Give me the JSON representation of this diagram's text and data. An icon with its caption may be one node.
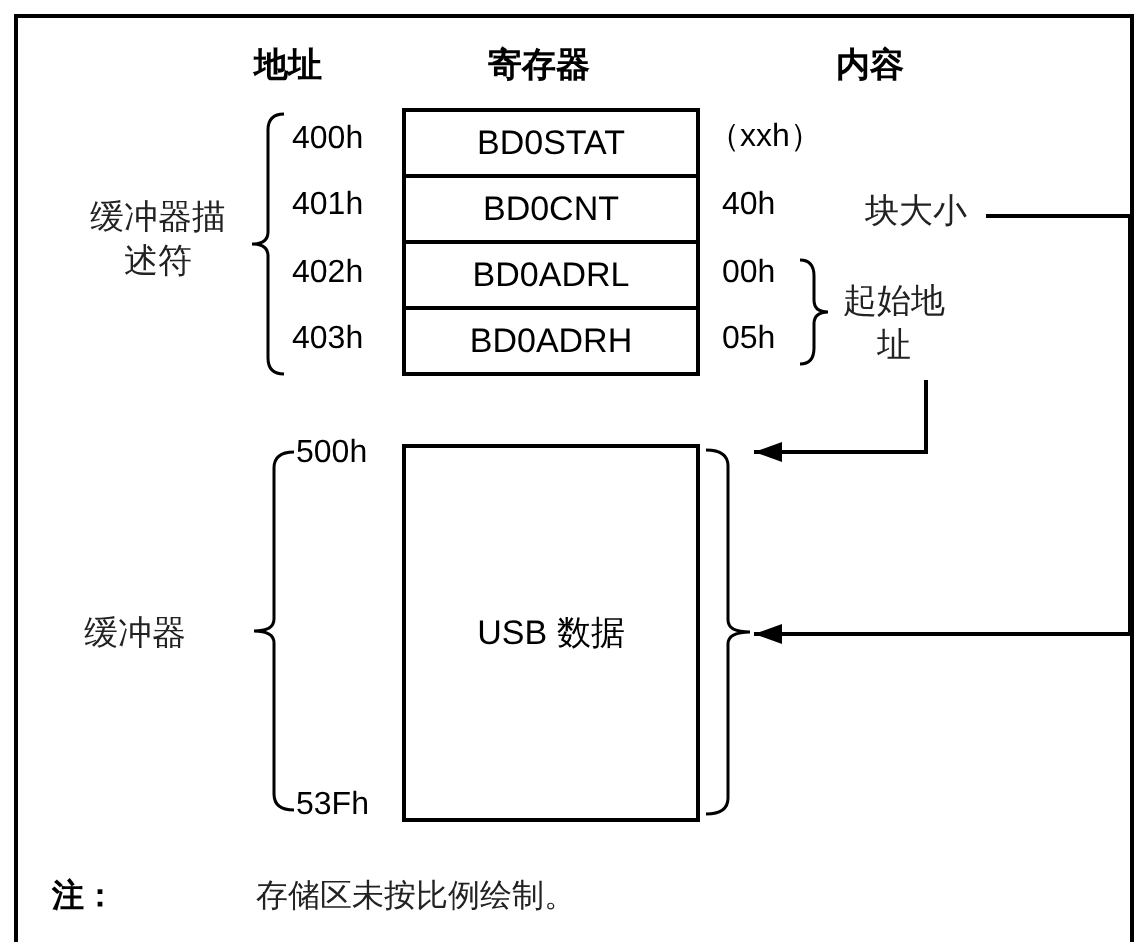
{
  "diagram": {
    "nodes": [
      {
        "text": [
          "BD0STAT"
        ]
      },
      {
        "text": [
          "BD0CNT"
        ]
      },
      {
        "text": [
          "BD0ADRL"
        ]
      },
      {
        "text": [
          "BD0ADRH"
        ]
      },
      {
        "text": [
          "USB 数据"
        ]
      },
      {
        "text": [
          "块大小"
        ]
      },
      {
        "text": [
          "起始地址"
        ]
      },
      {
        "text": [],
        "shape": "brace"
      }
    ],
    "edges": [
      {
        "from": 6,
        "to": 7,
        "arrow": "to"
      },
      {
        "from": 5,
        "to": 7,
        "arrow": "to"
      }
    ],
    "labels": [
      "地址",
      "寄存器",
      "内容",
      "400h",
      "（xxh）",
      "401h",
      "40h",
      "缓冲器描述符",
      "402h",
      "00h",
      "403h",
      "05h",
      "500h",
      "缓冲器",
      "53Fh",
      "注：",
      "存储区未按比例绘制。"
    ]
  }
}
